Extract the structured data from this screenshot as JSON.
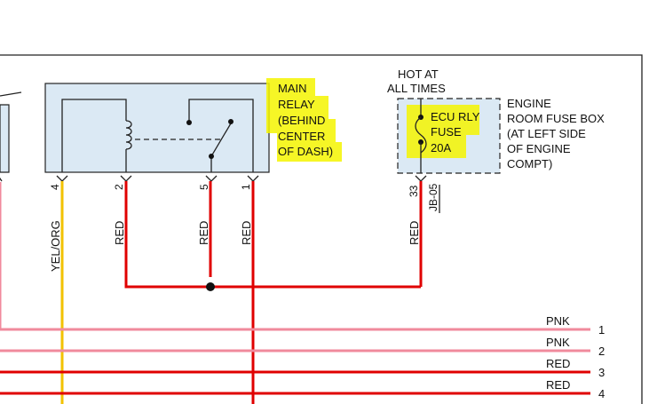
{
  "main_relay": {
    "label_lines": [
      "MAIN",
      "RELAY",
      "(BEHIND",
      "CENTER",
      "OF DASH)"
    ]
  },
  "fuse": {
    "hot_lines": [
      "HOT AT",
      "ALL TIMES"
    ],
    "label_lines": [
      "ECU RLY",
      "FUSE",
      "20A"
    ],
    "pin": "33",
    "connector": "JB-05"
  },
  "fuse_box": {
    "label_lines": [
      "ENGINE",
      "ROOM FUSE BOX",
      "(AT LEFT SIDE",
      "OF ENGINE",
      "COMPT)"
    ]
  },
  "relay_pins": [
    {
      "pin": "4",
      "wire": "YEL/ORG"
    },
    {
      "pin": "2",
      "wire": "RED"
    },
    {
      "pin": "5",
      "wire": "RED"
    },
    {
      "pin": "1",
      "wire": "RED"
    }
  ],
  "fuse_wire": "RED",
  "bus": [
    {
      "color": "PNK",
      "num": "1"
    },
    {
      "color": "PNK",
      "num": "2"
    },
    {
      "color": "RED",
      "num": "3"
    },
    {
      "color": "RED",
      "num": "4"
    }
  ],
  "colors": {
    "red": "#e00000",
    "pink": "#f08a9c",
    "yellow": "#f2c200",
    "highlight": "#f4f400",
    "component_fill": "#dbe9f4"
  }
}
